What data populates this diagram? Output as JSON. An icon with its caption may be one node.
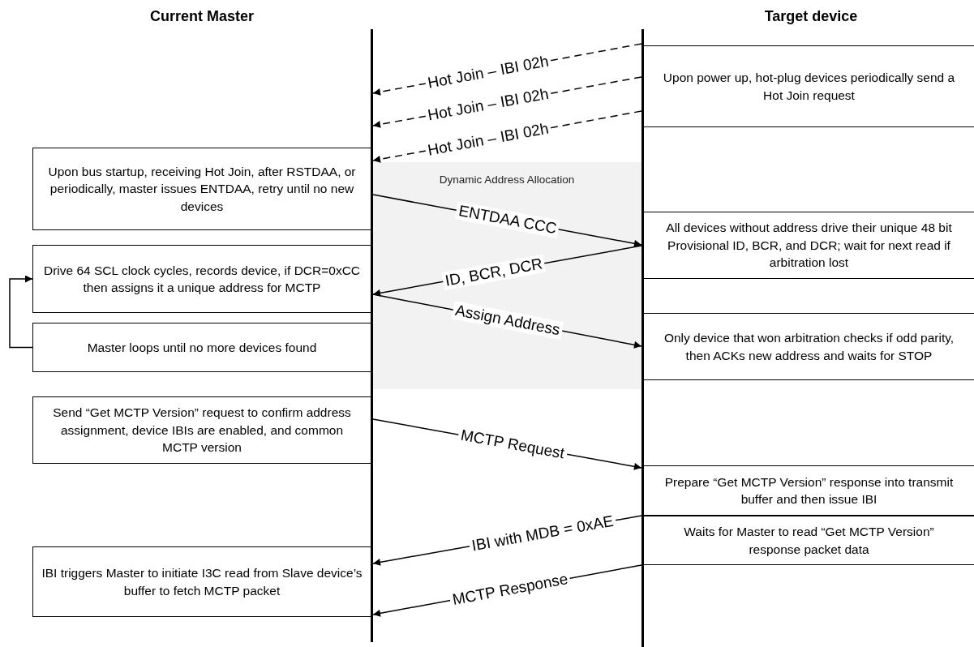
{
  "diagram": {
    "nodes": [
      {
        "text": [],
        "shape": "bar"
      },
      {
        "text": [],
        "shape": "bar"
      },
      {
        "text": [
          "Upon power up, hot-plug devices periodically send a Hot Join request"
        ]
      },
      {
        "text": [
          "Upon bus startup, receiving Hot Join, after RSTDAA, or periodically, master issues ENTDAA, retry until no new devices"
        ]
      },
      {
        "text": [
          "All devices without address drive their unique 48 bit Provisional ID, BCR, and DCR; wait for next read if arbitration lost"
        ]
      },
      {
        "text": [
          "Drive 64 SCL clock cycles, records device, if DCR=0xCC then assigns it a unique address for MCTP"
        ]
      },
      {
        "text": [
          "Master loops until no more devices found"
        ]
      },
      {
        "text": [
          "Only device that won arbitration checks if odd parity, then ACKs new address and waits for STOP"
        ]
      },
      {
        "text": [
          "Send “Get MCTP Version” request to confirm address assignment, device IBIs are enabled, and common MCTP version"
        ]
      },
      {
        "text": [
          "Prepare “Get MCTP Version” response into transmit buffer and then issue IBI"
        ]
      },
      {
        "text": [
          "Waits for Master to read “Get MCTP Version” response packet data"
        ]
      },
      {
        "text": [
          "IBI triggers Master to initiate I3C read from Slave device’s buffer to fetch MCTP packet"
        ]
      }
    ],
    "edges": [
      {
        "from": 1,
        "to": 0,
        "arrow": "to",
        "label": "Hot Join – IBI 02h",
        "style": "dashed"
      },
      {
        "from": 1,
        "to": 0,
        "arrow": "to",
        "label": "Hot Join – IBI 02h",
        "style": "dashed"
      },
      {
        "from": 1,
        "to": 0,
        "arrow": "to",
        "label": "Hot Join – IBI 02h",
        "style": "dashed"
      },
      {
        "from": 0,
        "to": 1,
        "arrow": "to",
        "label": "ENTDAA CCC"
      },
      {
        "from": 1,
        "to": 0,
        "arrow": "to",
        "label": "ID, BCR, DCR"
      },
      {
        "from": 0,
        "to": 1,
        "arrow": "to",
        "label": "Assign Address"
      },
      {
        "from": 6,
        "to": 5,
        "arrow": "to"
      },
      {
        "from": 0,
        "to": 1,
        "arrow": "to",
        "label": "MCTP Request"
      },
      {
        "from": 1,
        "to": 0,
        "arrow": "to",
        "label": "IBI with MDB = 0xAE"
      },
      {
        "from": 1,
        "to": 0,
        "arrow": "to",
        "label": "MCTP Response"
      }
    ],
    "labels": [
      "Current Master",
      "Target device",
      "Dynamic Address Allocation"
    ]
  }
}
